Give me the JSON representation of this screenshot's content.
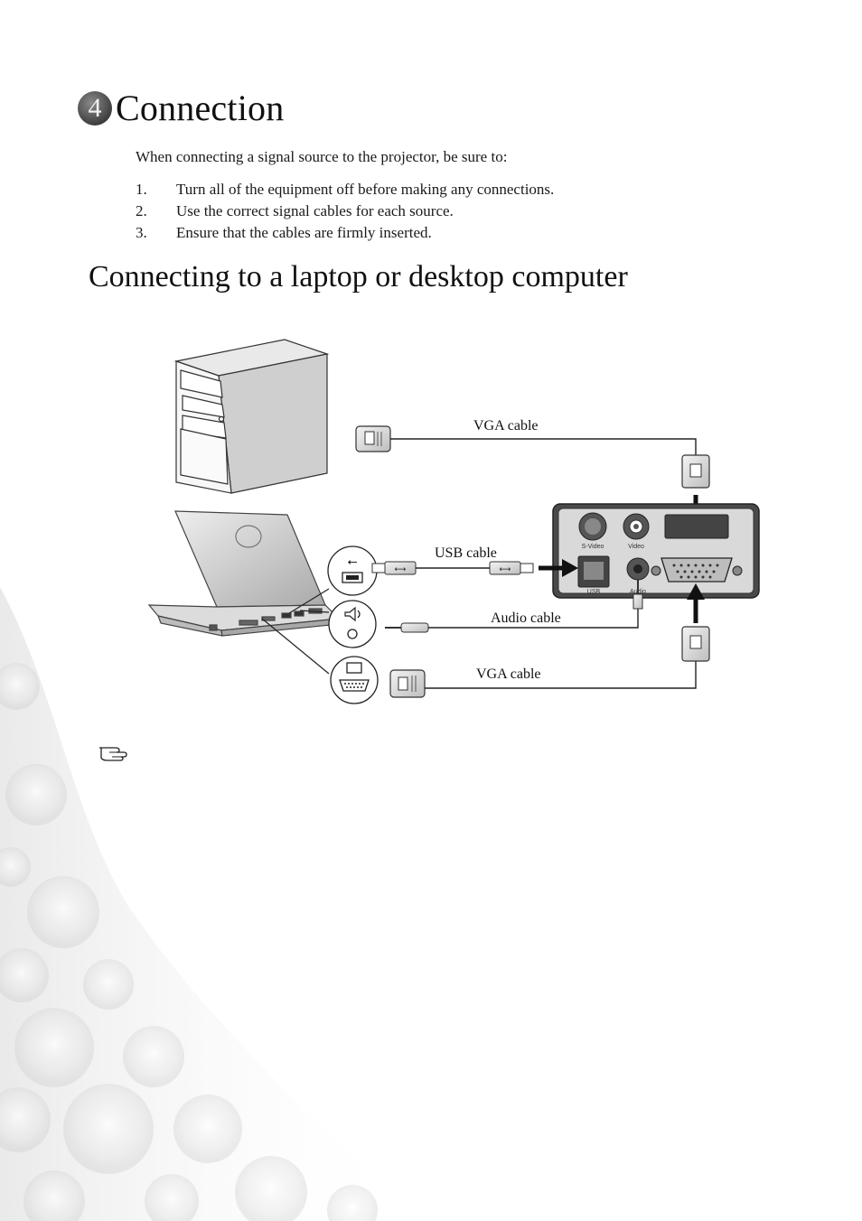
{
  "chapter": {
    "number": "4",
    "title": "Connection"
  },
  "intro": "When connecting a signal source to the projector, be sure to:",
  "steps": [
    {
      "num": "1.",
      "text": "Turn all of the equipment off before making any connections."
    },
    {
      "num": "2.",
      "text": "Use the correct signal cables for each source."
    },
    {
      "num": "3.",
      "text": "Ensure that the cables are firmly inserted."
    }
  ],
  "section_title": "Connecting to a laptop or desktop computer",
  "diagram": {
    "labels": {
      "vga_top": "VGA cable",
      "usb": "USB cable",
      "audio": "Audio cable",
      "vga_bottom": "VGA cable"
    },
    "panel_labels": {
      "svideo": "S-Video",
      "video": "Video",
      "usb": "USB",
      "audio": "Audio"
    },
    "icons": [
      "usb-port-icon",
      "audio-port-icon",
      "vga-port-icon",
      "note-hand-icon"
    ]
  }
}
